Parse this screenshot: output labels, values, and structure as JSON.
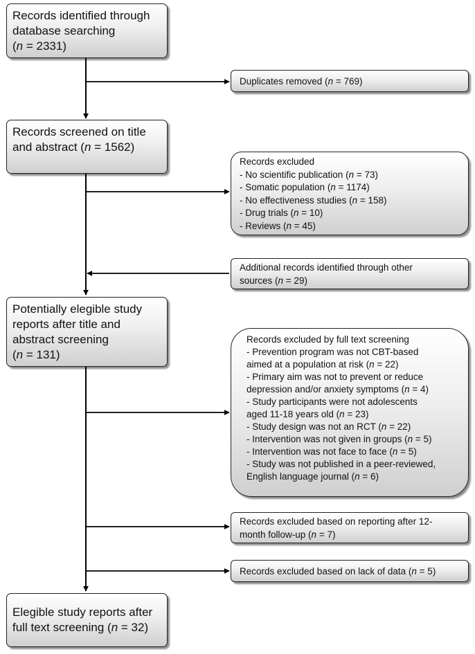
{
  "boxes": {
    "identified": [
      "Records identified through",
      "database searching",
      "(<i>n</i> = 2331)"
    ],
    "duplicates": [
      "Duplicates removed (<i>n</i> = 769)"
    ],
    "screened": [
      "Records screened on title",
      "and abstract  (<i>n</i> = 1562)"
    ],
    "excluded1": [
      "Records excluded",
      "- No scientific publication (<i>n</i> = 73)",
      "- Somatic population (<i>n</i> = 1174)",
      "- No effectiveness studies (<i>n</i> = 158)",
      "- Drug trials (<i>n</i> = 10)",
      "- Reviews (<i>n</i> = 45)"
    ],
    "additional": [
      "Additional records identified through other",
      "sources (<i>n</i> = 29)"
    ],
    "eligible": [
      "Potentially elegible study",
      "reports after title and",
      "abstract screening",
      "(<i>n</i> = 131)"
    ],
    "excluded2": [
      "Records excluded by full text screening",
      "- Prevention program was not CBT-based",
      "aimed at a population at risk (<i>n</i> = 22)",
      "- Primary aim was not to prevent or reduce",
      "depression and/or anxiety symptoms (<i>n</i> = 4)",
      "- Study participants were not adolescents",
      "aged 11-18 years old (<i>n</i> = 23)",
      "- Study design was not an RCT (<i>n</i> = 22)",
      "- Intervention was not given in groups (<i>n</i> = 5)",
      "- Intervention was not face to face (<i>n</i> = 5)",
      "- Study was not published in a peer-reviewed,",
      "English language journal (<i>n</i> = 6)"
    ],
    "followup": [
      "Records excluded based on reporting after 12-",
      "month follow-up (<i>n</i> = 7)"
    ],
    "lackdata": [
      "Records excluded based on lack of data  (<i>n</i> = 5)"
    ],
    "final": [
      "Elegible study reports after",
      "full text screening (<i>n</i> = 32)"
    ]
  }
}
